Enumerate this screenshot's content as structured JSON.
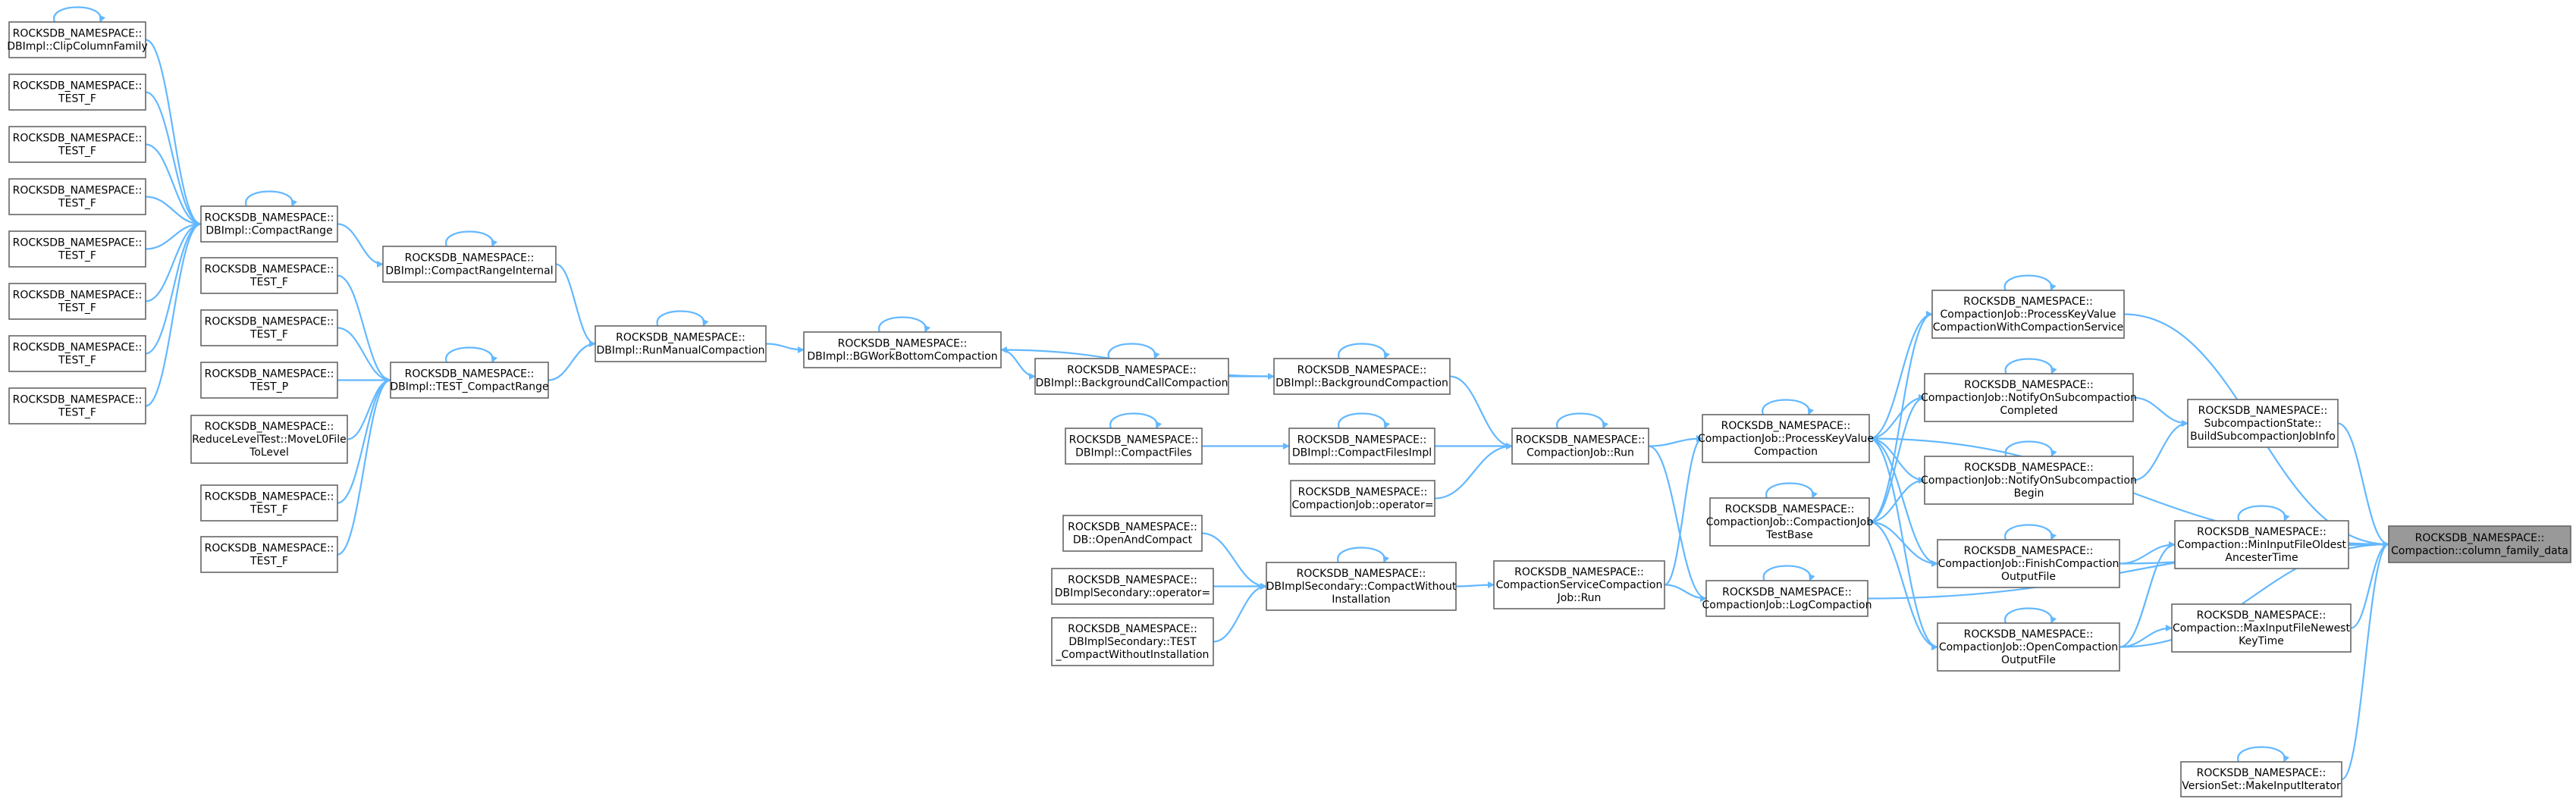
{
  "graph": {
    "edge_color": "#63b8ff",
    "root_fill": "#999999",
    "node_stroke": "#666666",
    "nodes": [
      {
        "id": "cfd",
        "root": true,
        "lines": [
          "ROCKSDB_NAMESPACE::",
          "Compaction::column_family_data"
        ]
      },
      {
        "id": "subinfo",
        "lines": [
          "ROCKSDB_NAMESPACE::",
          "SubcompactionState::",
          "BuildSubcompactionJobInfo"
        ]
      },
      {
        "id": "minin",
        "lines": [
          "ROCKSDB_NAMESPACE::",
          "Compaction::MinInputFileOldest",
          "AncesterTime"
        ]
      },
      {
        "id": "maxin",
        "lines": [
          "ROCKSDB_NAMESPACE::",
          "Compaction::MaxInputFileNewest",
          "KeyTime"
        ]
      },
      {
        "id": "makeinput",
        "lines": [
          "ROCKSDB_NAMESPACE::",
          "VersionSet::MakeInputIterator"
        ]
      },
      {
        "id": "pkvcs",
        "lines": [
          "ROCKSDB_NAMESPACE::",
          "CompactionJob::ProcessKeyValue",
          "CompactionWithCompactionService"
        ]
      },
      {
        "id": "notifyc",
        "lines": [
          "ROCKSDB_NAMESPACE::",
          "CompactionJob::NotifyOnSubcompaction",
          "Completed"
        ]
      },
      {
        "id": "notifyb",
        "lines": [
          "ROCKSDB_NAMESPACE::",
          "CompactionJob::NotifyOnSubcompaction",
          "Begin"
        ]
      },
      {
        "id": "finish",
        "lines": [
          "ROCKSDB_NAMESPACE::",
          "CompactionJob::FinishCompaction",
          "OutputFile"
        ]
      },
      {
        "id": "open",
        "lines": [
          "ROCKSDB_NAMESPACE::",
          "CompactionJob::OpenCompaction",
          "OutputFile"
        ]
      },
      {
        "id": "pkv",
        "lines": [
          "ROCKSDB_NAMESPACE::",
          "CompactionJob::ProcessKeyValue",
          "Compaction"
        ]
      },
      {
        "id": "cjtb",
        "lines": [
          "ROCKSDB_NAMESPACE::",
          "CompactionJob::CompactionJob",
          "TestBase"
        ]
      },
      {
        "id": "logc",
        "lines": [
          "ROCKSDB_NAMESPACE::",
          "CompactionJob::LogCompaction"
        ]
      },
      {
        "id": "cjrun",
        "lines": [
          "ROCKSDB_NAMESPACE::",
          "CompactionJob::Run"
        ]
      },
      {
        "id": "cscjrun",
        "lines": [
          "ROCKSDB_NAMESPACE::",
          "CompactionServiceCompaction",
          "Job::Run"
        ]
      },
      {
        "id": "bgc",
        "lines": [
          "ROCKSDB_NAMESPACE::",
          "DBImpl::BackgroundCompaction"
        ]
      },
      {
        "id": "cfi",
        "lines": [
          "ROCKSDB_NAMESPACE::",
          "DBImpl::CompactFilesImpl"
        ]
      },
      {
        "id": "cjop",
        "lines": [
          "ROCKSDB_NAMESPACE::",
          "CompactionJob::operator="
        ]
      },
      {
        "id": "cwi",
        "lines": [
          "ROCKSDB_NAMESPACE::",
          "DBImplSecondary::CompactWithout",
          "Installation"
        ]
      },
      {
        "id": "bgcc",
        "lines": [
          "ROCKSDB_NAMESPACE::",
          "DBImpl::BackgroundCallCompaction"
        ]
      },
      {
        "id": "cf",
        "lines": [
          "ROCKSDB_NAMESPACE::",
          "DBImpl::CompactFiles"
        ]
      },
      {
        "id": "oac",
        "lines": [
          "ROCKSDB_NAMESPACE::",
          "DB::OpenAndCompact"
        ]
      },
      {
        "id": "dbsop",
        "lines": [
          "ROCKSDB_NAMESPACE::",
          "DBImplSecondary::operator="
        ]
      },
      {
        "id": "dbstest",
        "lines": [
          "ROCKSDB_NAMESPACE::",
          "DBImplSecondary::TEST",
          "_CompactWithoutInstallation"
        ]
      },
      {
        "id": "bgwbc",
        "lines": [
          "ROCKSDB_NAMESPACE::",
          "DBImpl::BGWorkBottomCompaction"
        ]
      },
      {
        "id": "rmc",
        "lines": [
          "ROCKSDB_NAMESPACE::",
          "DBImpl::RunManualCompaction"
        ]
      },
      {
        "id": "cri",
        "lines": [
          "ROCKSDB_NAMESPACE::",
          "DBImpl::CompactRangeInternal"
        ]
      },
      {
        "id": "tcr",
        "lines": [
          "ROCKSDB_NAMESPACE::",
          "DBImpl::TEST_CompactRange"
        ]
      },
      {
        "id": "cr",
        "lines": [
          "ROCKSDB_NAMESPACE::",
          "DBImpl::CompactRange"
        ]
      },
      {
        "id": "t2a",
        "lines": [
          "ROCKSDB_NAMESPACE::",
          "TEST_F"
        ]
      },
      {
        "id": "t2b",
        "lines": [
          "ROCKSDB_NAMESPACE::",
          "TEST_F"
        ]
      },
      {
        "id": "t2p",
        "lines": [
          "ROCKSDB_NAMESPACE::",
          "TEST_P"
        ]
      },
      {
        "id": "rlt",
        "lines": [
          "ROCKSDB_NAMESPACE::",
          "ReduceLevelTest::MoveL0File",
          "ToLevel"
        ]
      },
      {
        "id": "t2c",
        "lines": [
          "ROCKSDB_NAMESPACE::",
          "TEST_F"
        ]
      },
      {
        "id": "t2d",
        "lines": [
          "ROCKSDB_NAMESPACE::",
          "TEST_F"
        ]
      },
      {
        "id": "ccf",
        "lines": [
          "ROCKSDB_NAMESPACE::",
          "DBImpl::ClipColumnFamily"
        ]
      },
      {
        "id": "t1a",
        "lines": [
          "ROCKSDB_NAMESPACE::",
          "TEST_F"
        ]
      },
      {
        "id": "t1b",
        "lines": [
          "ROCKSDB_NAMESPACE::",
          "TEST_F"
        ]
      },
      {
        "id": "t1c",
        "lines": [
          "ROCKSDB_NAMESPACE::",
          "TEST_F"
        ]
      },
      {
        "id": "t1d",
        "lines": [
          "ROCKSDB_NAMESPACE::",
          "TEST_F"
        ]
      },
      {
        "id": "t1e",
        "lines": [
          "ROCKSDB_NAMESPACE::",
          "TEST_F"
        ]
      },
      {
        "id": "t1f",
        "lines": [
          "ROCKSDB_NAMESPACE::",
          "TEST_F"
        ]
      },
      {
        "id": "t1g",
        "lines": [
          "ROCKSDB_NAMESPACE::",
          "TEST_F"
        ]
      }
    ],
    "edges": [
      [
        "subinfo",
        "cfd"
      ],
      [
        "minin",
        "cfd"
      ],
      [
        "maxin",
        "cfd"
      ],
      [
        "makeinput",
        "cfd"
      ],
      [
        "pkvcs",
        "cfd"
      ],
      [
        "pkv",
        "cfd"
      ],
      [
        "finish",
        "cfd"
      ],
      [
        "open",
        "cfd"
      ],
      [
        "logc",
        "cfd"
      ],
      [
        "notifyc",
        "subinfo"
      ],
      [
        "notifyb",
        "subinfo"
      ],
      [
        "finish",
        "minin"
      ],
      [
        "open",
        "minin"
      ],
      [
        "open",
        "maxin"
      ],
      [
        "pkv",
        "pkvcs"
      ],
      [
        "cjtb",
        "pkvcs"
      ],
      [
        "pkv",
        "notifyc"
      ],
      [
        "cjtb",
        "notifyc"
      ],
      [
        "pkv",
        "notifyb"
      ],
      [
        "cjtb",
        "notifyb"
      ],
      [
        "pkv",
        "finish"
      ],
      [
        "cjtb",
        "finish"
      ],
      [
        "pkv",
        "open"
      ],
      [
        "cjtb",
        "open"
      ],
      [
        "cjrun",
        "pkv"
      ],
      [
        "cscjrun",
        "pkv"
      ],
      [
        "cjrun",
        "logc"
      ],
      [
        "cscjrun",
        "logc"
      ],
      [
        "bgc",
        "cjrun"
      ],
      [
        "cfi",
        "cjrun"
      ],
      [
        "cjop",
        "cjrun"
      ],
      [
        "cwi",
        "cscjrun"
      ],
      [
        "bgcc",
        "bgc"
      ],
      [
        "bgc",
        "bgwbc"
      ],
      [
        "cf",
        "cfi"
      ],
      [
        "oac",
        "cwi"
      ],
      [
        "dbsop",
        "cwi"
      ],
      [
        "dbstest",
        "cwi"
      ],
      [
        "bgwbc",
        "bgcc"
      ],
      [
        "rmc",
        "bgwbc"
      ],
      [
        "cri",
        "rmc"
      ],
      [
        "tcr",
        "rmc"
      ],
      [
        "cr",
        "cri"
      ],
      [
        "t2a",
        "tcr"
      ],
      [
        "t2b",
        "tcr"
      ],
      [
        "t2p",
        "tcr"
      ],
      [
        "rlt",
        "tcr"
      ],
      [
        "t2c",
        "tcr"
      ],
      [
        "t2d",
        "tcr"
      ],
      [
        "ccf",
        "cr"
      ],
      [
        "t1a",
        "cr"
      ],
      [
        "t1b",
        "cr"
      ],
      [
        "t1c",
        "cr"
      ],
      [
        "t1d",
        "cr"
      ],
      [
        "t1e",
        "cr"
      ],
      [
        "t1f",
        "cr"
      ],
      [
        "t1g",
        "cr"
      ]
    ],
    "self_loops": [
      "minin",
      "makeinput",
      "pkvcs",
      "notifyc",
      "notifyb",
      "finish",
      "open",
      "pkv",
      "cjtb",
      "logc",
      "cjrun",
      "bgc",
      "cfi",
      "cwi",
      "bgcc",
      "cf",
      "bgwbc",
      "rmc",
      "cri",
      "tcr",
      "cr",
      "ccf"
    ]
  }
}
